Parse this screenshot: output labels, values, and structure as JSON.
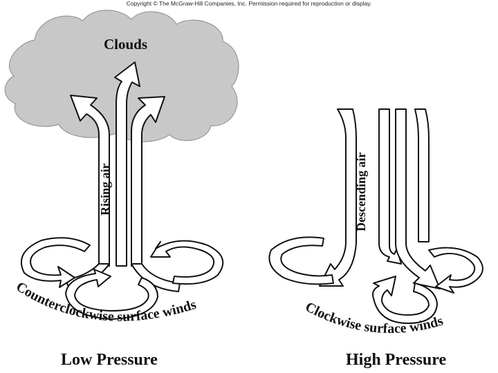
{
  "copyright": "Copyright © The McGraw-Hill Companies, Inc. Permission required for reproduction or display.",
  "low": {
    "cloud_label": "Clouds",
    "vertical_label": "Rising air",
    "surface_label": "Counterclockwise surface winds",
    "title": "Low Pressure"
  },
  "high": {
    "vertical_label": "Descending air",
    "surface_label": "Clockwise surface winds",
    "title": "High Pressure"
  },
  "colors": {
    "cloud": "#c8c8c8",
    "arrow_outline": "#111111"
  }
}
